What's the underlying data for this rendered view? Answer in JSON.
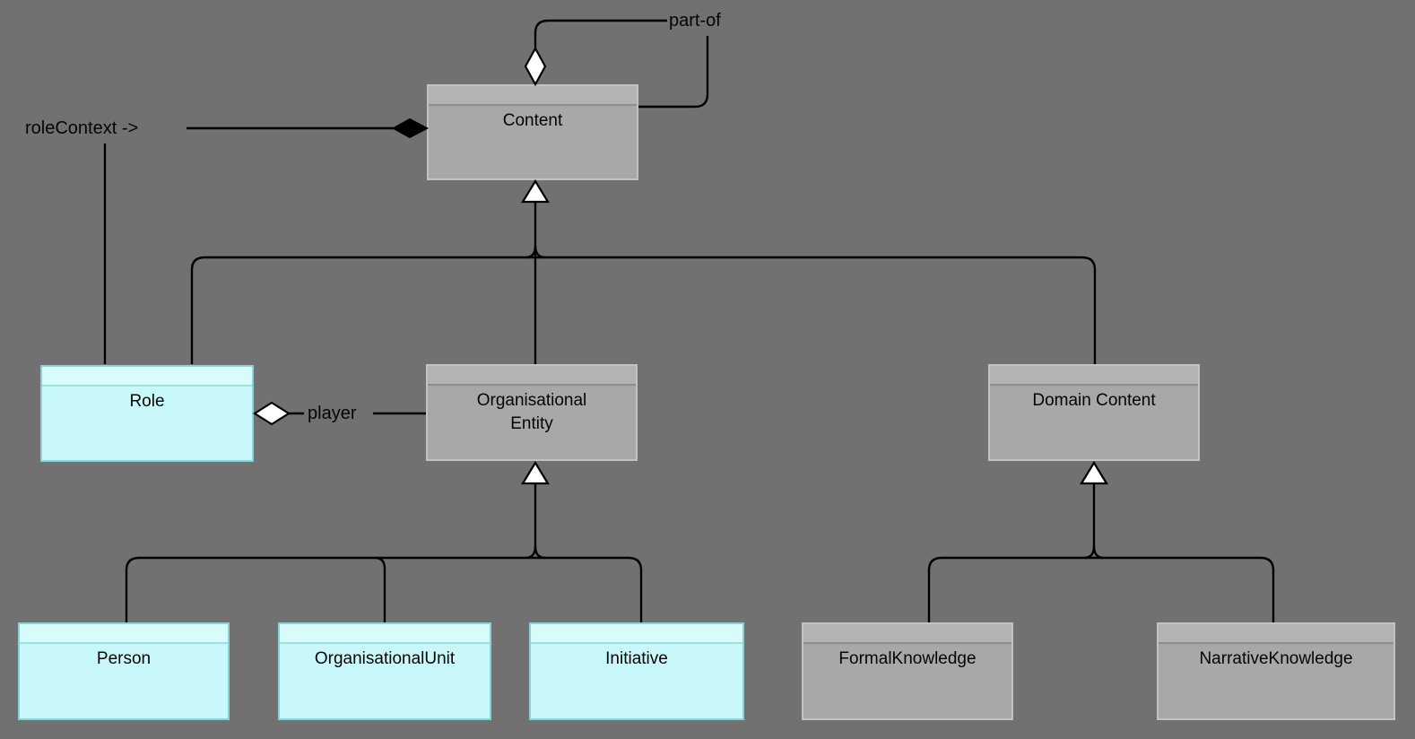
{
  "diagram": {
    "classes": [
      {
        "name": "Content",
        "style": "gray"
      },
      {
        "name": "Role",
        "style": "cyan"
      },
      {
        "name": "Organisational Entity",
        "style": "gray"
      },
      {
        "name": "Domain Content",
        "style": "gray"
      },
      {
        "name": "Person",
        "style": "cyan"
      },
      {
        "name": "OrganisationalUnit",
        "style": "cyan"
      },
      {
        "name": "Initiative",
        "style": "cyan"
      },
      {
        "name": "FormalKnowledge",
        "style": "gray"
      },
      {
        "name": "NarrativeKnowledge",
        "style": "gray"
      }
    ],
    "labels": {
      "part_of": "part-of",
      "role_context": "roleContext ->",
      "player": "player"
    },
    "relationships": [
      {
        "type": "aggregation",
        "label": "part-of",
        "from": "Content",
        "to": "Content"
      },
      {
        "type": "composition",
        "label": "roleContext ->",
        "from": "Role",
        "to": "Content"
      },
      {
        "type": "aggregation",
        "label": "player",
        "from": "Role",
        "to": "Organisational Entity"
      },
      {
        "type": "generalization",
        "from": "Role",
        "to": "Content"
      },
      {
        "type": "generalization",
        "from": "Organisational Entity",
        "to": "Content"
      },
      {
        "type": "generalization",
        "from": "Domain Content",
        "to": "Content"
      },
      {
        "type": "generalization",
        "from": "Person",
        "to": "Organisational Entity"
      },
      {
        "type": "generalization",
        "from": "OrganisationalUnit",
        "to": "Organisational Entity"
      },
      {
        "type": "generalization",
        "from": "Initiative",
        "to": "Organisational Entity"
      },
      {
        "type": "generalization",
        "from": "FormalKnowledge",
        "to": "Domain Content"
      },
      {
        "type": "generalization",
        "from": "NarrativeKnowledge",
        "to": "Domain Content"
      }
    ],
    "colors": {
      "background": "#717171",
      "line": "#000000",
      "text": "#050505",
      "gray_fill": "#a8a8a8",
      "gray_strip": "#b3b3b3",
      "gray_sep": "#8e8e8e",
      "gray_border": "#c2c2c2",
      "cyan_fill": "#c8f8f9",
      "cyan_strip": "#d8fbfc",
      "cyan_sep": "#9edfe2",
      "cyan_border": "#8bd2d8"
    }
  }
}
